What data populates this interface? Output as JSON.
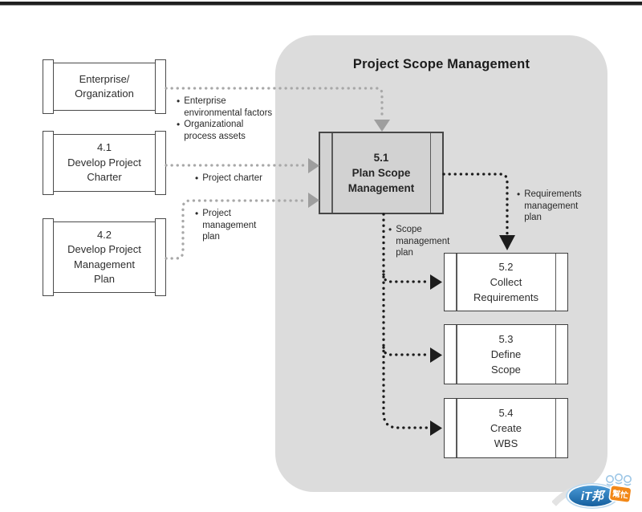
{
  "page": {
    "top_rule_color": "#1f1f1f",
    "background": "#ffffff"
  },
  "diagram": {
    "group_title": "Project Scope Management",
    "group_fill": "#dcdcdc",
    "external_processes": [
      {
        "id": "enterprise-organization",
        "text": "Enterprise/\nOrganization"
      },
      {
        "id": "develop-project-charter",
        "text": "4.1\nDevelop Project\nCharter"
      },
      {
        "id": "develop-project-management-plan",
        "text": "4.2\nDevelop Project\nManagement\nPlan"
      }
    ],
    "scope_processes": [
      {
        "id": "plan-scope-management",
        "text": "5.1\nPlan Scope\nManagement",
        "fill": "#d2d2d2"
      },
      {
        "id": "collect-requirements",
        "text": "5.2\nCollect\nRequirements",
        "fill": "#ffffff"
      },
      {
        "id": "define-scope",
        "text": "5.3\nDefine\nScope",
        "fill": "#ffffff"
      },
      {
        "id": "create-wbs",
        "text": "5.4\nCreate\nWBS",
        "fill": "#ffffff"
      }
    ],
    "flow_labels": {
      "enterprise_environmental_factors": "Enterprise\nenvironmental factors",
      "organizational_process_assets": "Organizational\nprocess assets",
      "project_charter": "Project charter",
      "project_management_plan": "Project\nmanagement\nplan",
      "scope_management_plan": "Scope\nmanagement\nplan",
      "requirements_management_plan": "Requirements\nmanagement\nplan"
    },
    "colors": {
      "gray_flow": "#a8a8a8",
      "black_flow": "#1c1c1c",
      "box_border": "#4a4a4a"
    }
  },
  "watermark": {
    "brand": "iT邦",
    "tag": "幫忙",
    "blue": "#1e6db8",
    "orange": "#f28818"
  }
}
